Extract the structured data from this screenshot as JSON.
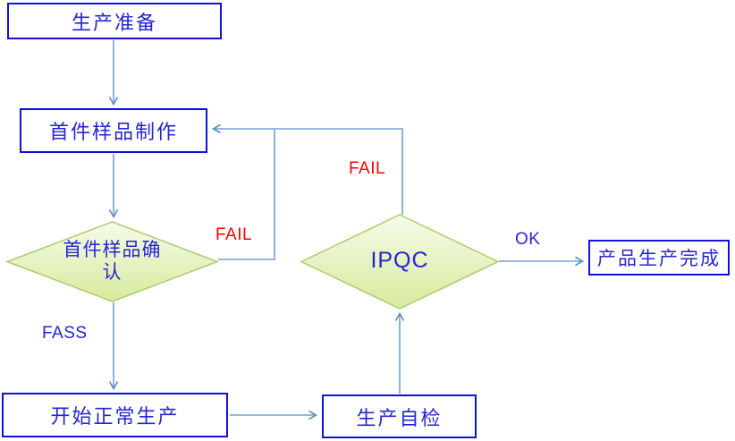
{
  "flowchart": {
    "nodes": {
      "production_prep": {
        "label": "生产准备",
        "shape": "rect"
      },
      "first_sample_make": {
        "label": "首件样品制作",
        "shape": "rect"
      },
      "first_sample_confirm": {
        "label": "首件样品确认",
        "shape": "diamond"
      },
      "start_normal_production": {
        "label": "开始正常生产",
        "shape": "rect"
      },
      "production_self_check": {
        "label": "生产自检",
        "shape": "rect"
      },
      "ipqc": {
        "label": "IPQC",
        "shape": "diamond"
      },
      "product_complete": {
        "label": "产品生产完成",
        "shape": "rect"
      }
    },
    "edge_labels": {
      "confirm_fail": "FAIL",
      "confirm_pass": "FASS",
      "ipqc_fail": "FAIL",
      "ipqc_ok": "OK"
    },
    "edges": [
      {
        "from": "production_prep",
        "to": "first_sample_make",
        "label": ""
      },
      {
        "from": "first_sample_make",
        "to": "first_sample_confirm",
        "label": ""
      },
      {
        "from": "first_sample_confirm",
        "to": "first_sample_make",
        "label": "FAIL"
      },
      {
        "from": "first_sample_confirm",
        "to": "start_normal_production",
        "label": "FASS"
      },
      {
        "from": "start_normal_production",
        "to": "production_self_check",
        "label": ""
      },
      {
        "from": "production_self_check",
        "to": "ipqc",
        "label": ""
      },
      {
        "from": "ipqc",
        "to": "first_sample_make",
        "label": "FAIL"
      },
      {
        "from": "ipqc",
        "to": "product_complete",
        "label": "OK"
      }
    ],
    "colors": {
      "box-border": "#1010e0",
      "box-text": "#2626d2",
      "line": "#74a0d2",
      "arrowhead": "#5d8cc4",
      "fail-text": "#ff0000",
      "label-text": "#2424d6",
      "diamond-border": "#b0cb6e",
      "diamond-fill-top": "#f6fbe8",
      "diamond-fill-bottom": "#d7eb9e"
    }
  }
}
